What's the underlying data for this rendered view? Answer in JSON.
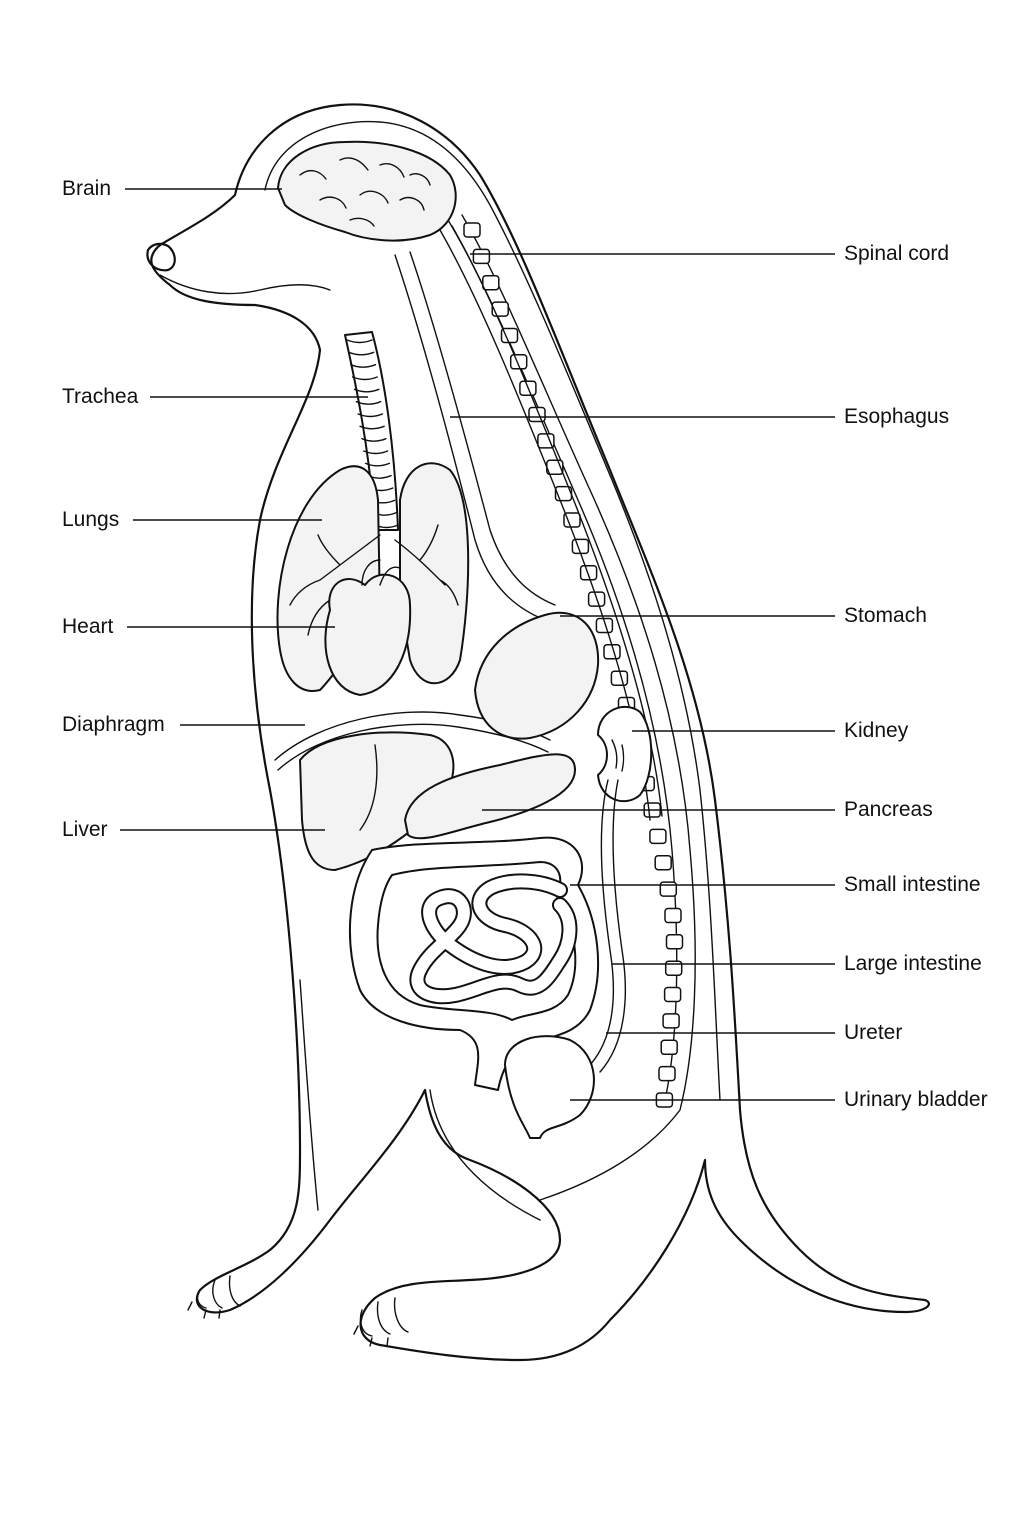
{
  "labels": {
    "brain": "Brain",
    "trachea": "Trachea",
    "lungs": "Lungs",
    "heart": "Heart",
    "diaphragm": "Diaphragm",
    "liver": "Liver",
    "spinal_cord": "Spinal cord",
    "esophagus": "Esophagus",
    "stomach": "Stomach",
    "kidney": "Kidney",
    "pancreas": "Pancreas",
    "small_intestine": "Small intestine",
    "large_intestine": "Large intestine",
    "ureter": "Ureter",
    "urinary_bladder": "Urinary bladder"
  }
}
